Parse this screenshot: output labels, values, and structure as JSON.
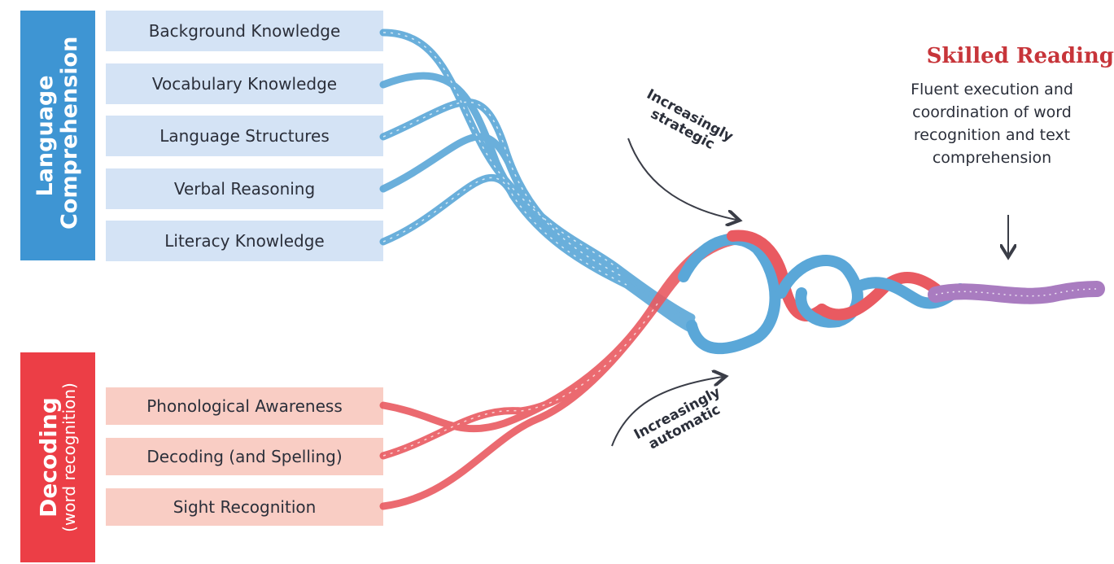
{
  "language_comprehension": {
    "heading": "Language Comprehension",
    "items": [
      "Background Knowledge",
      "Vocabulary Knowledge",
      "Language Structures",
      "Verbal Reasoning",
      "Literacy Knowledge"
    ]
  },
  "decoding": {
    "heading": "Decoding",
    "subheading": "(word recognition)",
    "items": [
      "Phonological Awareness",
      "Decoding (and Spelling)",
      "Sight Recognition"
    ]
  },
  "annotations": {
    "strategic": "Increasingly strategic",
    "automatic": "Increasingly automatic"
  },
  "skilled_reading": {
    "title": "Skilled Reading",
    "description": "Fluent execution and coordination of word recognition and text comprehension"
  },
  "colors": {
    "language_blue": "#3e95d3",
    "decoding_red": "#ec3e46",
    "blended_purple": "#a97cc0"
  }
}
